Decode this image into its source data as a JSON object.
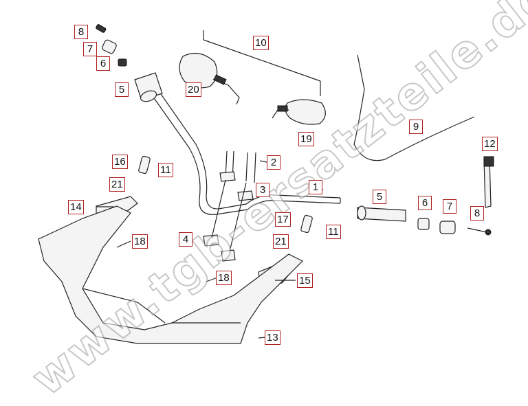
{
  "watermark": "www.tgb-ersatzteile.de",
  "callouts": [
    {
      "id": "c8a",
      "label": "8"
    },
    {
      "id": "c7a",
      "label": "7"
    },
    {
      "id": "c6a",
      "label": "6"
    },
    {
      "id": "c5a",
      "label": "5"
    },
    {
      "id": "c10",
      "label": "10"
    },
    {
      "id": "c20",
      "label": "20"
    },
    {
      "id": "c19",
      "label": "19"
    },
    {
      "id": "c9",
      "label": "9"
    },
    {
      "id": "c12",
      "label": "12"
    },
    {
      "id": "c16",
      "label": "16"
    },
    {
      "id": "c11a",
      "label": "11"
    },
    {
      "id": "c2",
      "label": "2"
    },
    {
      "id": "c21a",
      "label": "21"
    },
    {
      "id": "c3",
      "label": "3"
    },
    {
      "id": "c1",
      "label": "1"
    },
    {
      "id": "c14",
      "label": "14"
    },
    {
      "id": "c5b",
      "label": "5"
    },
    {
      "id": "c6b",
      "label": "6"
    },
    {
      "id": "c7b",
      "label": "7"
    },
    {
      "id": "c8b",
      "label": "8"
    },
    {
      "id": "c17",
      "label": "17"
    },
    {
      "id": "c4",
      "label": "4"
    },
    {
      "id": "c18a",
      "label": "18"
    },
    {
      "id": "c11b",
      "label": "11"
    },
    {
      "id": "c21b",
      "label": "21"
    },
    {
      "id": "c15",
      "label": "15"
    },
    {
      "id": "c18b",
      "label": "18"
    },
    {
      "id": "c13",
      "label": "13"
    }
  ]
}
